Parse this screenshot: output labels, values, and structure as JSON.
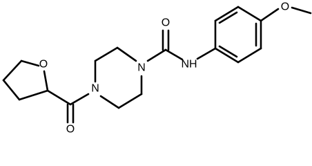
{
  "molecule": {
    "atoms": {
      "methoxy_o": "O",
      "carboxamide_o": "O",
      "amide_nh": "NH",
      "piperazine_n_right": "N",
      "piperazine_n_left": "N",
      "thf_ring_o": "O",
      "ketone_o": "O"
    }
  }
}
